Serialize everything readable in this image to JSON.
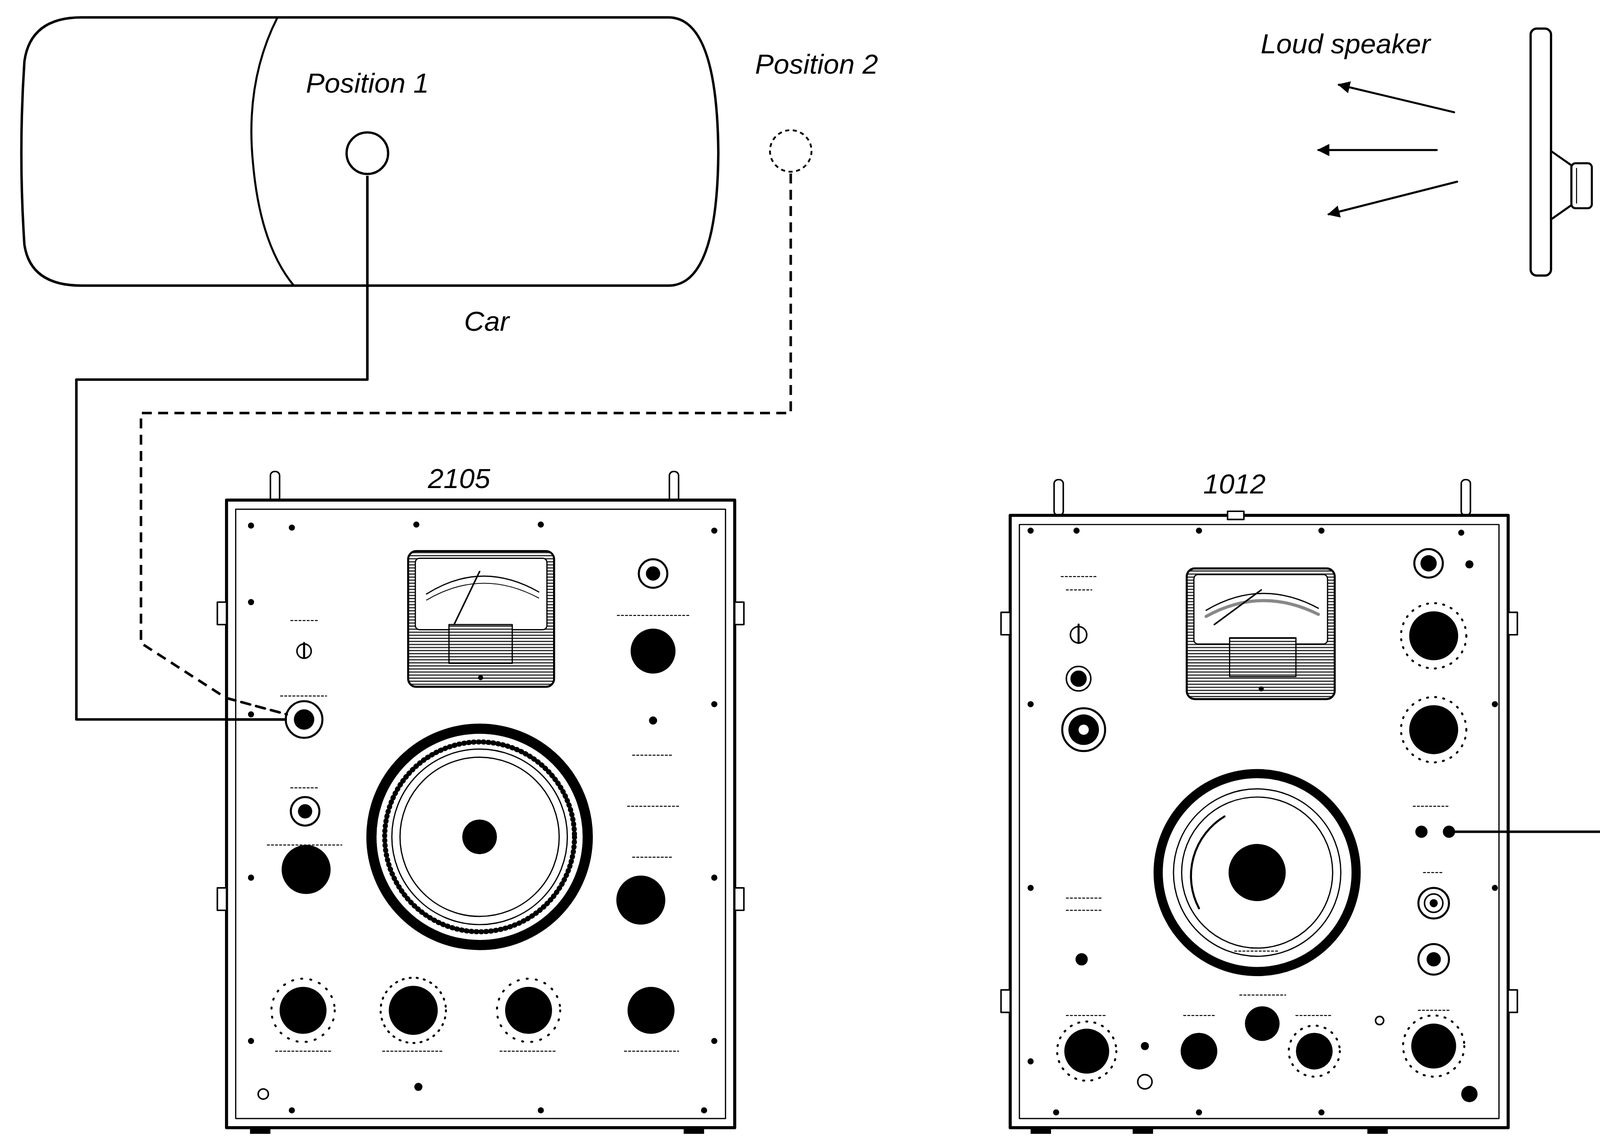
{
  "diagram": {
    "nodes": [
      {
        "text": [
          "Car"
        ]
      },
      {
        "text": [
          "Position 1"
        ],
        "in": 0
      },
      {
        "text": [
          "Position 2"
        ]
      },
      {
        "text": [
          "Loud speaker"
        ]
      },
      {
        "text": [
          "2105"
        ]
      },
      {
        "text": [
          "1012"
        ]
      }
    ],
    "edges": [
      {
        "from": 1,
        "to": 4,
        "arrow": "none"
      },
      {
        "from": 2,
        "to": 4,
        "arrow": "none"
      }
    ]
  }
}
